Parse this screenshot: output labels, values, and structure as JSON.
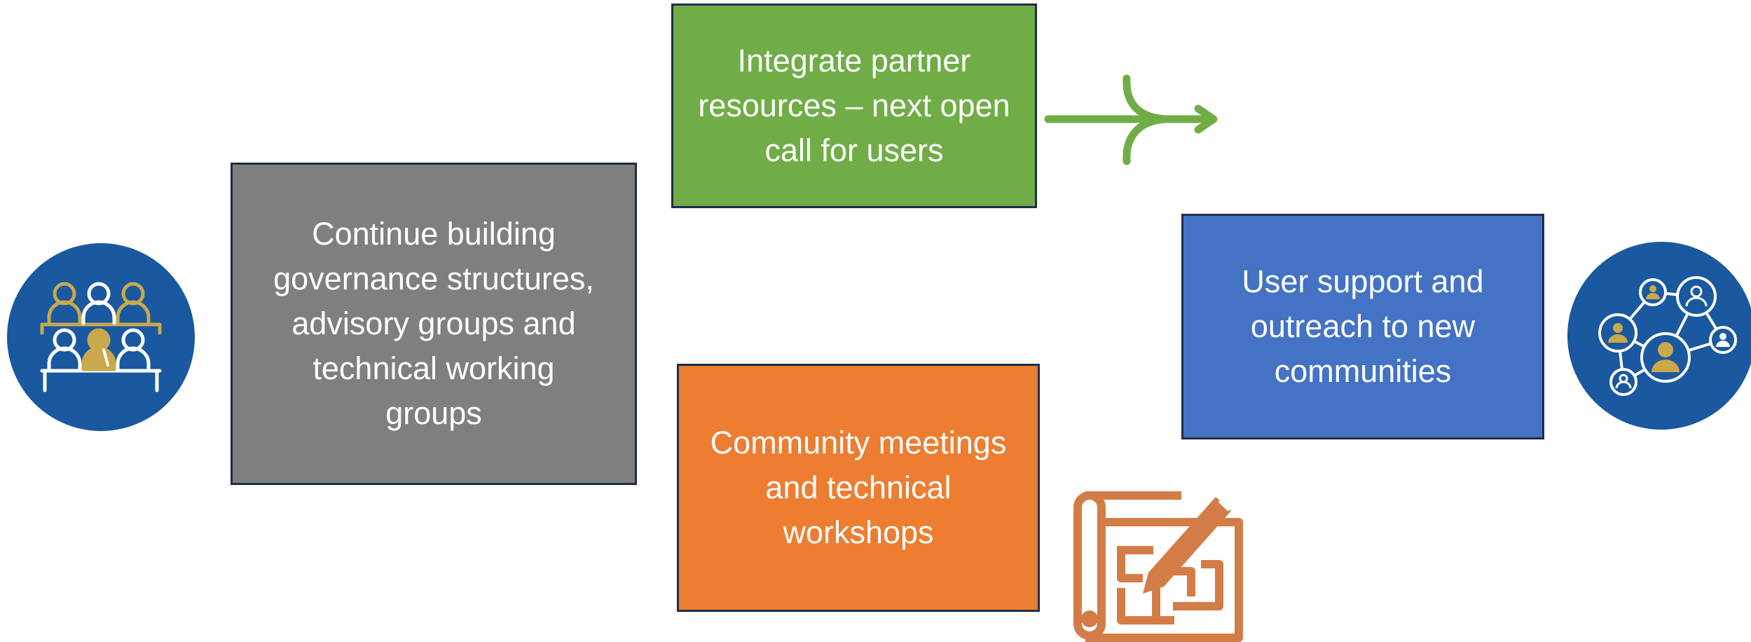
{
  "diagram": {
    "boxes": {
      "governance": {
        "text": "Continue building\ngovernance structures,\nadvisory groups and\ntechnical working\ngroups",
        "color": "#7f7f7f"
      },
      "integrate": {
        "text": "Integrate partner\nresources – next open\ncall for users",
        "color": "#70ad47"
      },
      "community": {
        "text": "Community meetings\nand technical\nworkshops",
        "color": "#ed7d31"
      },
      "support": {
        "text": "User support and\noutreach to new\ncommunities",
        "color": "#4472c4"
      }
    },
    "icons": {
      "left": "meeting-audience-icon",
      "right": "user-network-icon",
      "arrow": "merge-arrow-icon",
      "blueprint": "blueprint-pencil-icon"
    },
    "colors": {
      "icon_circle": "#1a58a0",
      "gold": "#c9a94c",
      "arrow": "#70ad47",
      "blueprint": "#d47c47",
      "border": "#1f2d4a"
    }
  }
}
